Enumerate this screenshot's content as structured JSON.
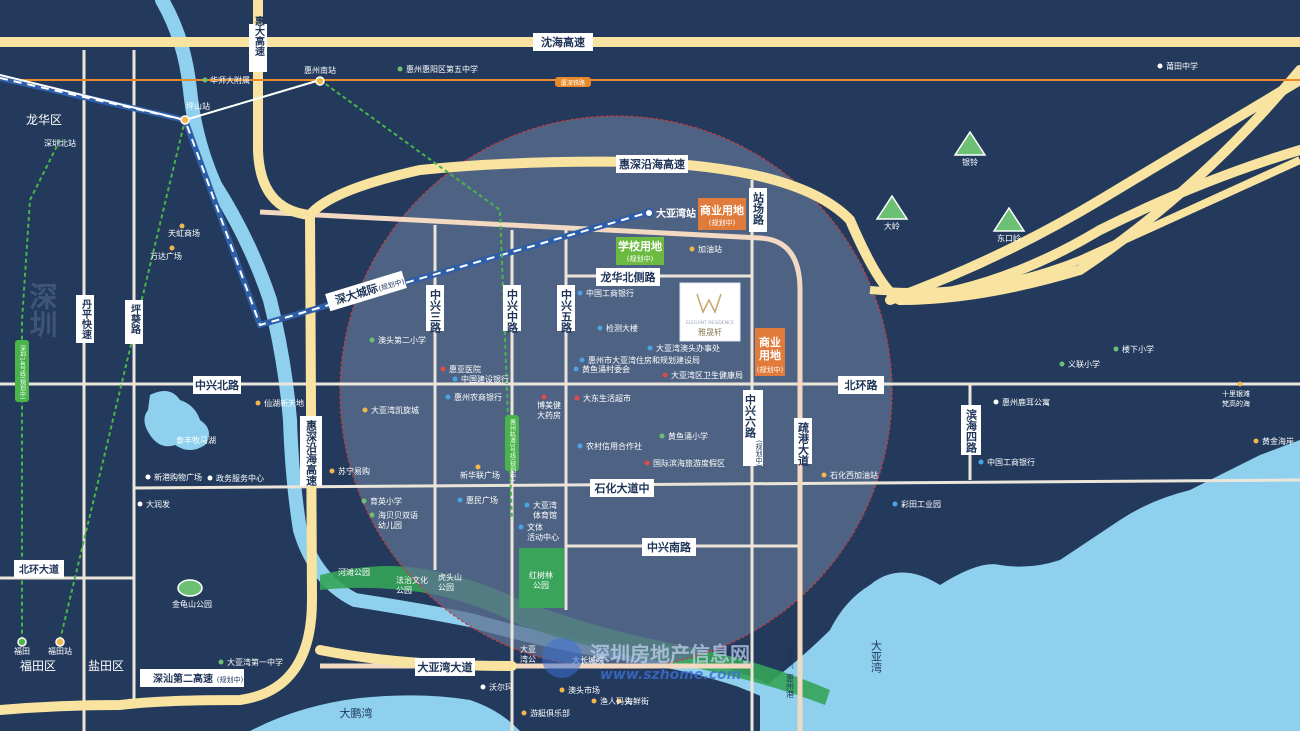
{
  "roads": {
    "hs_gaosu": "沈海高速",
    "huida_gaosu": "惠大高速",
    "huishen_yanhai": "惠深沿海高速",
    "huishen_yanhai_v": "惠深沿海高速",
    "shenshan_2nd": "深汕第二高速",
    "shenshan_2nd_note": "(规划中)",
    "longhua_beice": "龙华北侧路",
    "zhongxing_bei": "中兴北路",
    "beihuan": "北环路",
    "shihua_dadao_zhong": "石化大道中",
    "zhongxing_nan": "中兴南路",
    "daya_wan_dadao": "大亚湾大道",
    "beihuan_dadao": "北环大道",
    "zhongxing_san": "中兴三路",
    "zhongxing_zhong": "中兴中路",
    "zhongxing_wu": "中兴五路",
    "zhongxing_liu": "中兴六路",
    "zhongxing_liu_note": "(规划中)",
    "zhanchang": "站场路",
    "shugang": "疏港大道",
    "binhai_si": "滨海四路",
    "danping": "丹平快速",
    "pingkui": "坪葵路",
    "shenda_intercity": "深大城际",
    "shenda_intercity_note": "(规划中)",
    "rail_badge": "厦深铁路",
    "metro14": "深圳14号线(规划中)",
    "huizhou_metro1": "惠州轨道1号线(规划中)"
  },
  "districts": {
    "longhua": "龙华区",
    "futian": "福田区",
    "yantian": "盐田区",
    "shenzhen_big": "深圳"
  },
  "water": {
    "dapeng_wan": "大鹏湾",
    "daya_wan": "大亚湾"
  },
  "zones": {
    "commercial1_title": "商业用地",
    "commercial1_note": "(规划中)",
    "school_title": "学校用地",
    "school_note": "(规划中)",
    "commercial2_title": "商业\n用地",
    "commercial2_note": "(规划中)",
    "mangrove": "红树林\n公园"
  },
  "project": {
    "name_cn": "雅晟轩",
    "name_en": "ELEGANT RESIDENCE"
  },
  "stations": {
    "dayawan": "大亚湾站",
    "huizhou_nan": "惠州南站",
    "pingshan": "坪山站",
    "shenzhen_bei": "深圳北站",
    "futian": "福田",
    "futian_zhan": "福田站"
  },
  "mountains": [
    {
      "name": "银铃"
    },
    {
      "name": "大岭"
    },
    {
      "name": "东口岭"
    }
  ],
  "pois": [
    {
      "name": "华师大附属"
    },
    {
      "name": "惠州惠阳区第五中学"
    },
    {
      "name": "莆田中学"
    },
    {
      "name": "天虹商场"
    },
    {
      "name": "万达广场"
    },
    {
      "name": "加油站"
    },
    {
      "name": "中国工商银行"
    },
    {
      "name": "检测大楼"
    },
    {
      "name": "大亚湾澳头办事处"
    },
    {
      "name": "惠州市大亚湾住房和规划建设局"
    },
    {
      "name": "黄鱼涌村委会"
    },
    {
      "name": "大亚湾区卫生健康局"
    },
    {
      "name": "澳头第二小学"
    },
    {
      "name": "惠亚医院"
    },
    {
      "name": "中国建设银行"
    },
    {
      "name": "仙湖新天地"
    },
    {
      "name": "大亚湾凯旋城"
    },
    {
      "name": "惠州农商银行"
    },
    {
      "name": "博美健\n大药房"
    },
    {
      "name": "大东生活超市"
    },
    {
      "name": "农村信用合作社"
    },
    {
      "name": "黄鱼涌小学"
    },
    {
      "name": "国际滨海旅游度假区"
    },
    {
      "name": "苏宁易购"
    },
    {
      "name": "新华联广场"
    },
    {
      "name": "新港购物广场"
    },
    {
      "name": "政务服务中心"
    },
    {
      "name": "泰丰牧马湖"
    },
    {
      "name": "大润发"
    },
    {
      "name": "育英小学"
    },
    {
      "name": "海贝贝双语\n幼儿园"
    },
    {
      "name": "惠民广场"
    },
    {
      "name": "大亚湾\n体育馆"
    },
    {
      "name": "文体\n活动中心"
    },
    {
      "name": "石化西加油站"
    },
    {
      "name": "彩田工业园"
    },
    {
      "name": "楼下小学"
    },
    {
      "name": "义联小学"
    },
    {
      "name": "惠州鹿耳公寓"
    },
    {
      "name": "十里银滩\n梵高的海"
    },
    {
      "name": "黄金海岸"
    },
    {
      "name": "中国工商银行"
    },
    {
      "name": "河滩公园"
    },
    {
      "name": "法治文化\n公园"
    },
    {
      "name": "虎头山\n公园"
    },
    {
      "name": "金龟山公园"
    },
    {
      "name": "大亚湾第一中学"
    },
    {
      "name": "沃尔玛"
    },
    {
      "name": "大长城院"
    },
    {
      "name": "澳头市场"
    },
    {
      "name": "渔人码头"
    },
    {
      "name": "海鲜街"
    },
    {
      "name": "游艇俱乐部"
    },
    {
      "name": "大亚\n湾公"
    }
  ],
  "dir_note": "往澳头、惠州港",
  "watermark": {
    "cn": "深圳房地产信息网",
    "url": "www.szhome.com"
  },
  "colors": {
    "land": "#233a5c",
    "highway": "#f8e3a0",
    "road": "#f0ebe1",
    "arterial": "#f3d9c2",
    "water": "#8fd0ef",
    "circle": "#5e7290",
    "circle_edge": "#c83a3a",
    "zone_orange": "#e07b3b",
    "zone_green": "#6cba3f",
    "mangrove": "#3aa55a",
    "rail_blue": "#2f5ea8"
  }
}
